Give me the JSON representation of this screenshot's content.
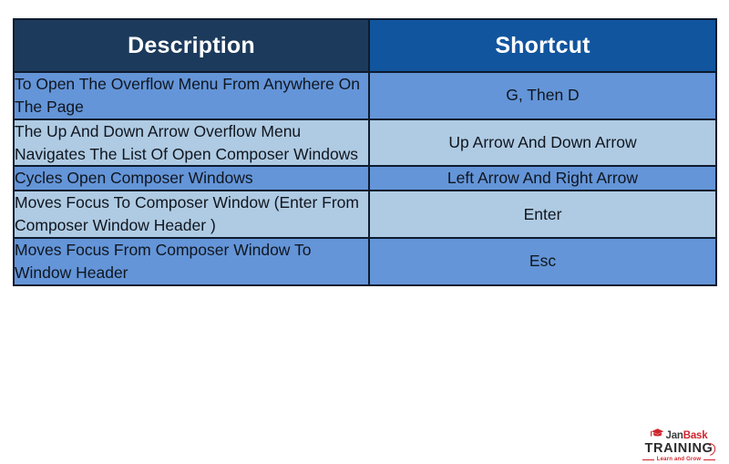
{
  "table": {
    "columns": [
      {
        "key": "description",
        "label": "Description"
      },
      {
        "key": "shortcut",
        "label": "Shortcut"
      }
    ],
    "rows": [
      {
        "description": "To Open The Overflow Menu From Anywhere On The Page",
        "shortcut": "G, Then D",
        "shade": "medium"
      },
      {
        "description": "The Up And Down Arrow Overflow Menu Navigates The List Of Open Composer Windows",
        "shortcut": "Up Arrow And Down Arrow",
        "shade": "light"
      },
      {
        "description": "Cycles Open Composer Windows",
        "shortcut": "Left Arrow And Right Arrow",
        "shade": "medium"
      },
      {
        "description": "Moves Focus To Composer Window (Enter From Composer Window Header )",
        "shortcut": "Enter",
        "shade": "light"
      },
      {
        "description": "Moves Focus From Composer Window To Window Header",
        "shortcut": "Esc",
        "shade": "medium"
      }
    ]
  },
  "logo": {
    "brand_first": "Jan",
    "brand_second": "Bask",
    "wordmark": "TRAINING",
    "tagline": "Learn and Grow"
  },
  "colors": {
    "header_description_bg": "#1c3a5c",
    "header_shortcut_bg": "#11559e",
    "row_medium_bg": "#6495d8",
    "row_light_bg": "#afcbe3",
    "border": "#0d1b2e",
    "header_text": "#ffffff",
    "body_text": "#10161f",
    "logo_red": "#d0242c",
    "logo_dark": "#2b2b2b",
    "page_bg": "#ffffff"
  }
}
